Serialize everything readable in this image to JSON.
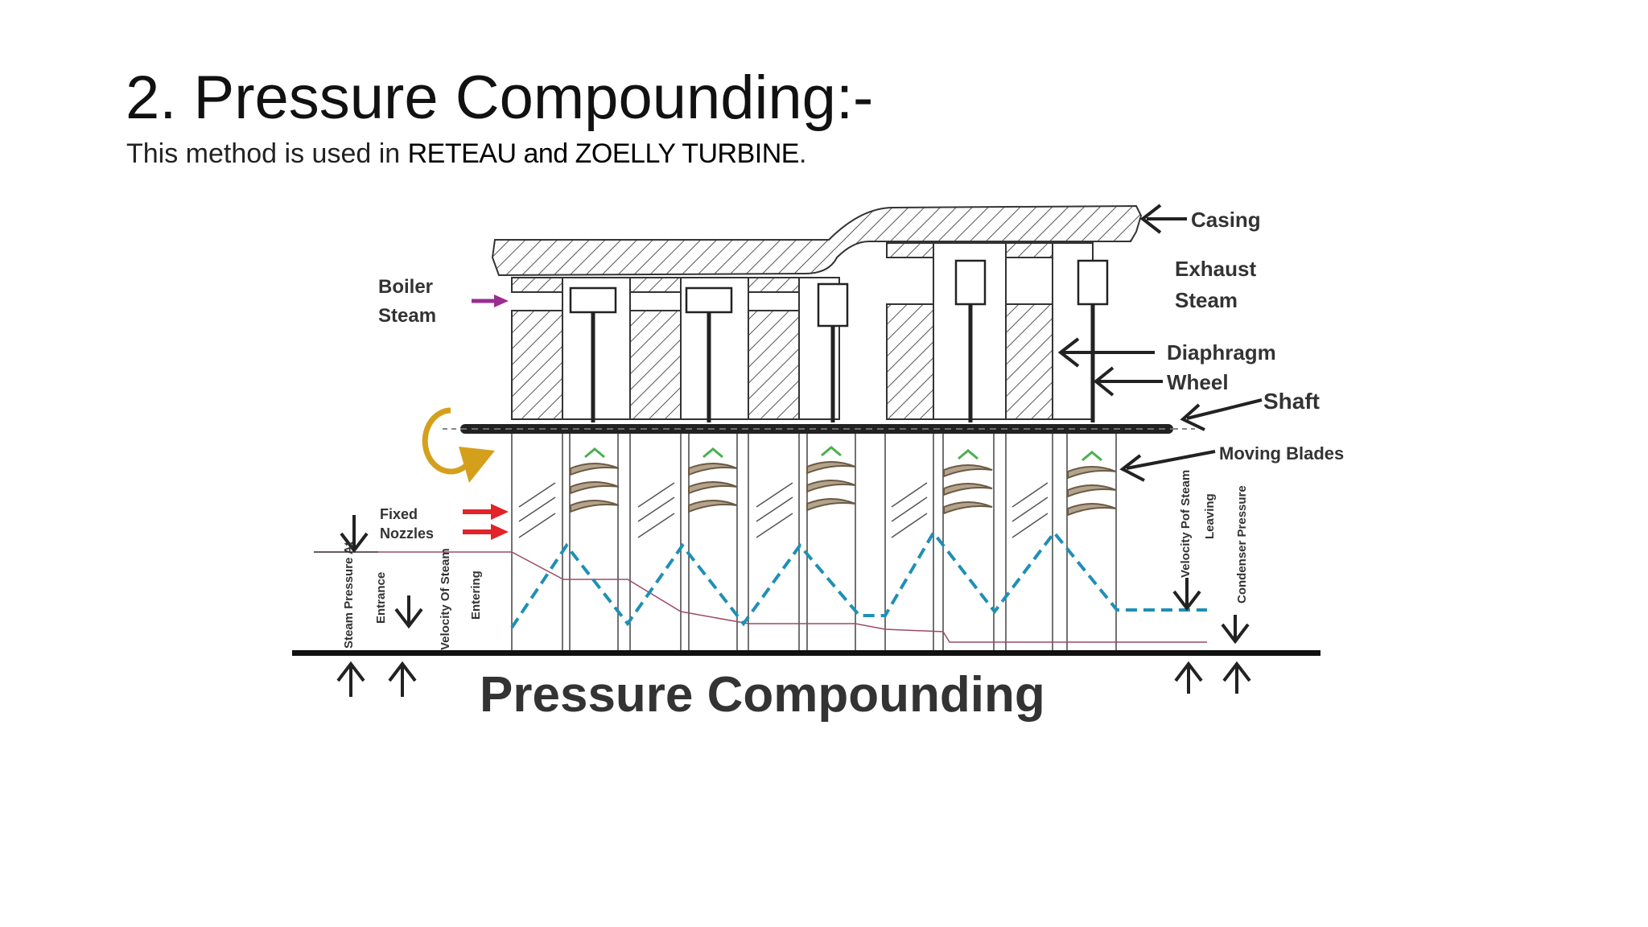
{
  "slide": {
    "title": "2. Pressure Compounding:-",
    "subtitle_prefix": "This method is used in ",
    "subtitle_emphasis": "RETEAU and ZOELLY TURBINE",
    "subtitle_suffix": "."
  },
  "diagram": {
    "labels": {
      "casing": "Casing",
      "exhaust_1": "Exhaust",
      "exhaust_2": "Steam",
      "boiler_1": "Boiler",
      "boiler_2": "Steam",
      "diaphragm": "Diaphragm",
      "wheel": "Wheel",
      "shaft": "Shaft",
      "moving_blades": "Moving Blades",
      "fixed_1": "Fixed",
      "fixed_2": "Nozzles",
      "steam_pressure_1": "Steam Pressure At",
      "steam_pressure_2": "Entrance",
      "velocity_entering_1": "Velocity Of Steam",
      "velocity_entering_2": "Entering",
      "velocity_leaving_1": "Velocity Pof Steam",
      "velocity_leaving_2": "Leaving",
      "condenser": "Condenser Pressure",
      "caption": "Pressure Compounding"
    },
    "colors": {
      "boiler_arrow": "#9b2d8f",
      "nozzle_arrow": "#e2232a",
      "rotation_arrow": "#d4a01c",
      "velocity_line": "#1f8fb5",
      "pressure_line": "#9b4a6a",
      "blade": "#b5a48c",
      "blade_tip": "#4caf50"
    }
  }
}
